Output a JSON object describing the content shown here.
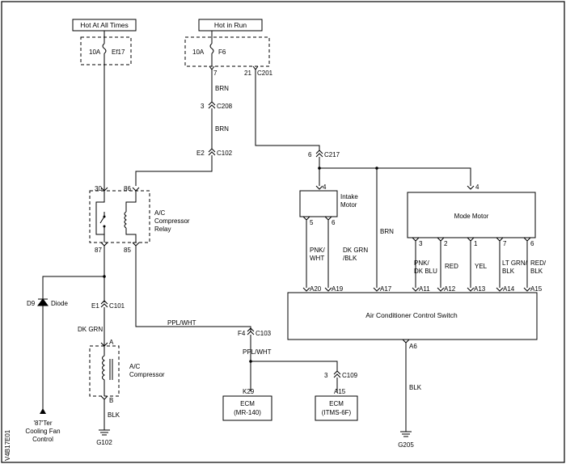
{
  "power": {
    "hot_at_all_times": "Hot At All Times",
    "hot_in_run": "Hot in Run",
    "ef17_rating": "10A",
    "ef17_name": "Ef17",
    "f6_rating": "10A",
    "f6_name": "F6"
  },
  "pins": {
    "f6_pin7": "7",
    "f6_pin21": "21",
    "relay_30": "30",
    "relay_86": "86",
    "relay_87": "87",
    "relay_85": "85",
    "intake_4": "4",
    "intake_5": "5",
    "intake_6": "6",
    "mode_4": "4",
    "mode_3": "3",
    "mode_2": "2",
    "mode_1": "1",
    "mode_7": "7",
    "mode_6": "6",
    "sw_a20": "A20",
    "sw_a19": "A19",
    "sw_a17": "A17",
    "sw_a11": "A11",
    "sw_a12": "A12",
    "sw_a13": "A13",
    "sw_a14": "A14",
    "sw_a15": "A15",
    "sw_a6": "A6",
    "comp_a": "A",
    "comp_b": "B",
    "ecm_k29": "K29",
    "ecm_a15": "A15"
  },
  "connectors": {
    "c201": "C201",
    "c208_pin": "3",
    "c208": "C208",
    "c102_pin": "E2",
    "c102": "C102",
    "c217_pin": "6",
    "c217": "C217",
    "c101_pin": "E1",
    "c101": "C101",
    "c103_pin": "F4",
    "c103": "C103",
    "c109_pin": "3",
    "c109": "C109"
  },
  "wires": {
    "brn_1": "BRN",
    "brn_2": "BRN",
    "brn_3": "BRN",
    "dk_grn": "DK GRN",
    "ppl_wht_1": "PPL/WHT",
    "ppl_wht_2": "PPL/WHT",
    "blk_1": "BLK",
    "blk_2": "BLK",
    "pnk_wht_1": "PNK/",
    "pnk_wht_2": "WHT",
    "dkgrn_blk_1": "DK GRN",
    "dkgrn_blk_2": "/BLK",
    "pnk_dkblu_1": "PNK/",
    "pnk_dkblu_2": "DK BLU",
    "red": "RED",
    "yel": "YEL",
    "ltgrn_blk_1": "LT GRN/",
    "ltgrn_blk_2": "BLK",
    "red_blk_1": "RED/",
    "red_blk_2": "BLK"
  },
  "components": {
    "relay_1": "A/C",
    "relay_2": "Compressor",
    "relay_3": "Relay",
    "intake_1": "Intake",
    "intake_2": "Motor",
    "mode_motor": "Mode Motor",
    "ac_switch": "Air Conditioner Control Switch",
    "compressor_1": "A/C",
    "compressor_2": "Compressor",
    "diode_id": "D9",
    "diode": "Diode",
    "fan_1": "'87'Ter",
    "fan_2": "Cooling Fan",
    "fan_3": "Control",
    "ecm1_1": "ECM",
    "ecm1_2": "(MR-140)",
    "ecm2_1": "ECM",
    "ecm2_2": "(ITMS-6F)",
    "g102": "G102",
    "g205": "G205"
  },
  "figure_id": "V4B17E01"
}
